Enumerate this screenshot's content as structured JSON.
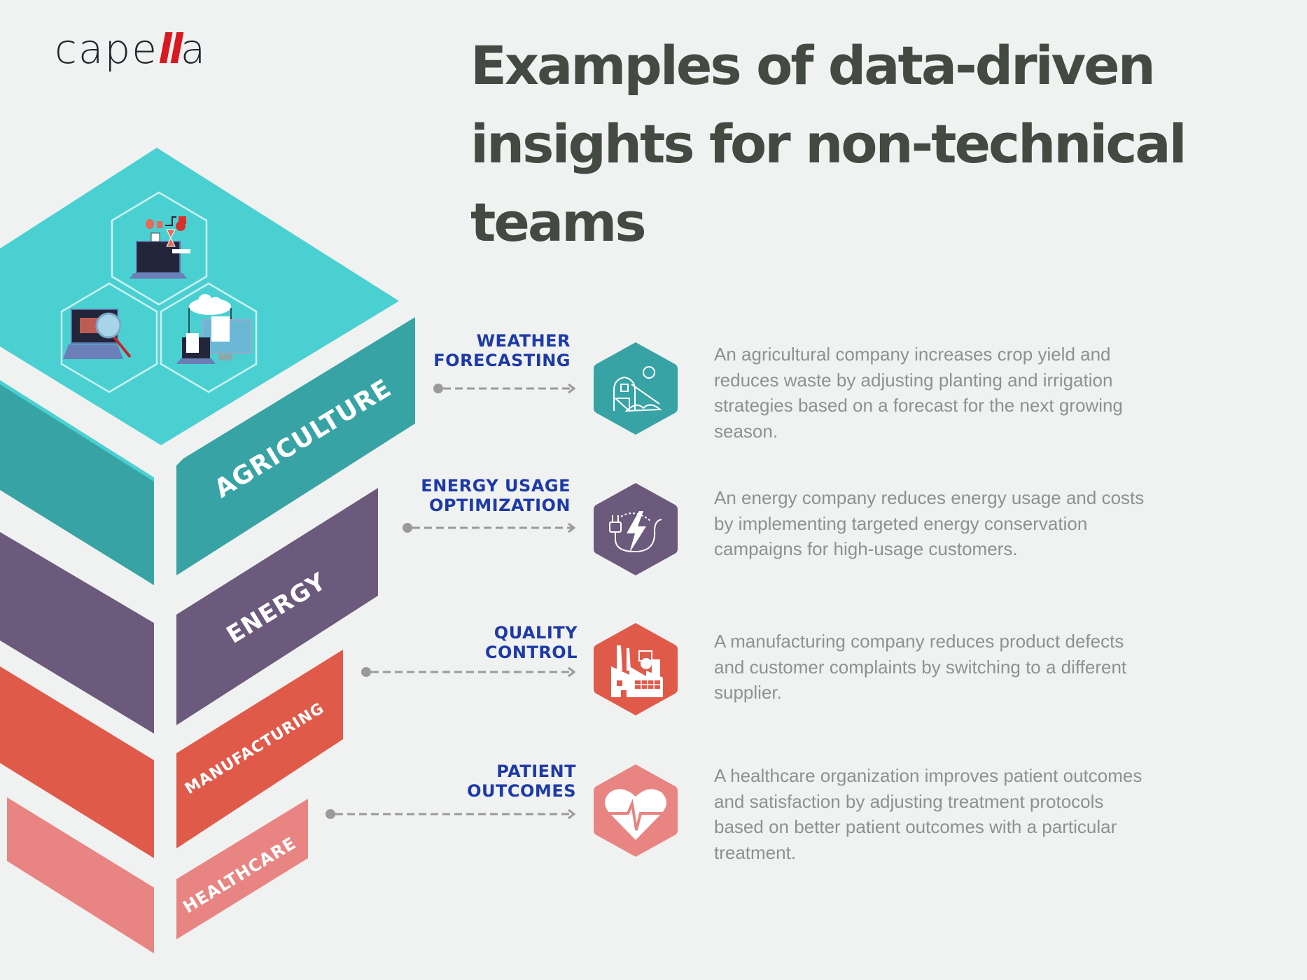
{
  "logo": {
    "prefix": "cape",
    "highlight": "ll",
    "suffix": "a",
    "highlight_color": "#d71920"
  },
  "title": "Examples of data-driven insights for non-technical teams",
  "title_lines": [
    "Examples of data-driven",
    "insights for non-technical",
    "teams"
  ],
  "colors": {
    "background": "#f0f2f1",
    "title": "#434a41",
    "label": "#1d3aa6",
    "description": "#8e9190",
    "connector": "#9a9a9a",
    "top_face": "#4bd0d2",
    "agriculture": "#38a3a5",
    "energy": "#6b5a7b",
    "manufacturing": "#e05a4a",
    "healthcare": "#e88582"
  },
  "top_icons": [
    {
      "name": "laptop-apps-icon"
    },
    {
      "name": "laptop-magnifier-icon"
    },
    {
      "name": "cloud-computers-icon"
    }
  ],
  "layers": [
    {
      "label": "AGRICULTURE",
      "color": "#38a3a5"
    },
    {
      "label": "ENERGY",
      "color": "#6b5a7b"
    },
    {
      "label": "MANUFACTURING",
      "color": "#e05a4a"
    },
    {
      "label": "HEALTHCARE",
      "color": "#e88582"
    }
  ],
  "examples": [
    {
      "title_lines": [
        "WEATHER",
        "FORECASTING"
      ],
      "icon": "barn-farm-icon",
      "color": "#38a3a5",
      "description": "An agricultural company increases crop yield and reduces waste by adjusting planting and irrigation strategies based on a forecast for the next growing season."
    },
    {
      "title_lines": [
        "ENERGY USAGE",
        "OPTIMIZATION"
      ],
      "icon": "plug-lightning-icon",
      "color": "#6b5a7b",
      "description": "An energy company reduces energy usage and costs by implementing targeted energy conservation campaigns for high-usage customers."
    },
    {
      "title_lines": [
        "QUALITY",
        "CONTROL"
      ],
      "icon": "factory-icon",
      "color": "#e05a4a",
      "description": "A manufacturing company reduces product defects and customer complaints by switching to a different supplier."
    },
    {
      "title_lines": [
        "PATIENT",
        "OUTCOMES"
      ],
      "icon": "heart-pulse-icon",
      "color": "#e88582",
      "description": "A healthcare organization improves patient outcomes and satisfaction by adjusting treatment protocols based on better patient outcomes with a particular treatment."
    }
  ]
}
